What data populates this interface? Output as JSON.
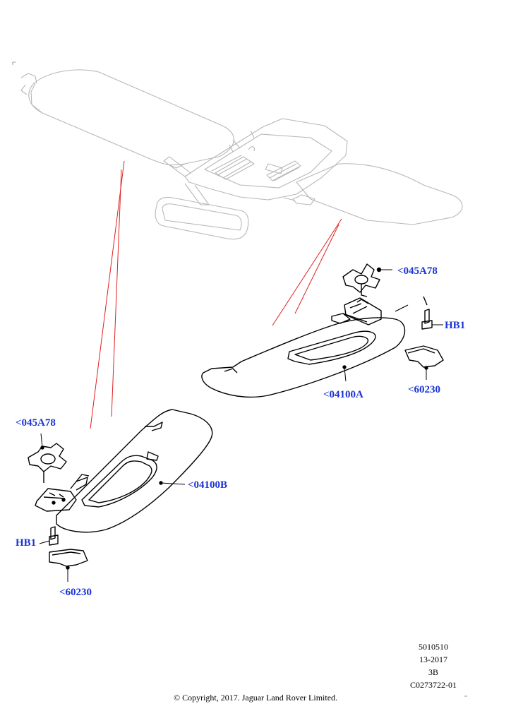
{
  "callouts": {
    "clip_right": "<045A78",
    "bolt_right": "HB1",
    "visor_right": "<04100A",
    "cover_right": "<60230",
    "clip_left": "<045A78",
    "visor_left": "<04100B",
    "bolt_left": "HB1",
    "cover_left": "<60230"
  },
  "reference": {
    "number": "5010510",
    "date": "13-2017",
    "revision": "3B",
    "code": "C0273722-01"
  },
  "copyright": "© Copyright, 2017. Jaguar Land Rover Limited.",
  "colors": {
    "callout": "#1a33d6",
    "leader_red": "#e02020",
    "ghost_line": "#b5b5b5",
    "part_line": "#000000"
  }
}
